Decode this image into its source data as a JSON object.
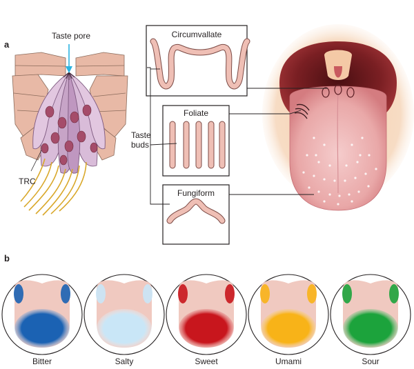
{
  "panels": {
    "a": "a",
    "b": "b"
  },
  "part_a": {
    "taste_pore": "Taste pore",
    "trc": "TRC",
    "taste_buds": "Taste\nbuds",
    "papillae": [
      "Circumvallate",
      "Foliate",
      "Fungiform"
    ]
  },
  "part_b": {
    "maps": [
      {
        "label": "Bitter",
        "color": "#1b62b3",
        "light": "#6e9fd6"
      },
      {
        "label": "Salty",
        "color": "#c9e6f7",
        "light": "#dff0fa"
      },
      {
        "label": "Sweet",
        "color": "#c8161d",
        "light": "#e0696d"
      },
      {
        "label": "Umami",
        "color": "#f8b318",
        "light": "#f9cf74"
      },
      {
        "label": "Sour",
        "color": "#1ca33c",
        "light": "#6cc37f"
      }
    ]
  },
  "colors": {
    "tongue": "#f0c9c0",
    "tongue_dark": "#d98a8a",
    "papilla_fill": "#efbfb5",
    "mouth": "#7a1f23",
    "skin": "#f4c9a6",
    "nerve": "#d9a82a",
    "cell_purple": "#c7a4c7"
  }
}
